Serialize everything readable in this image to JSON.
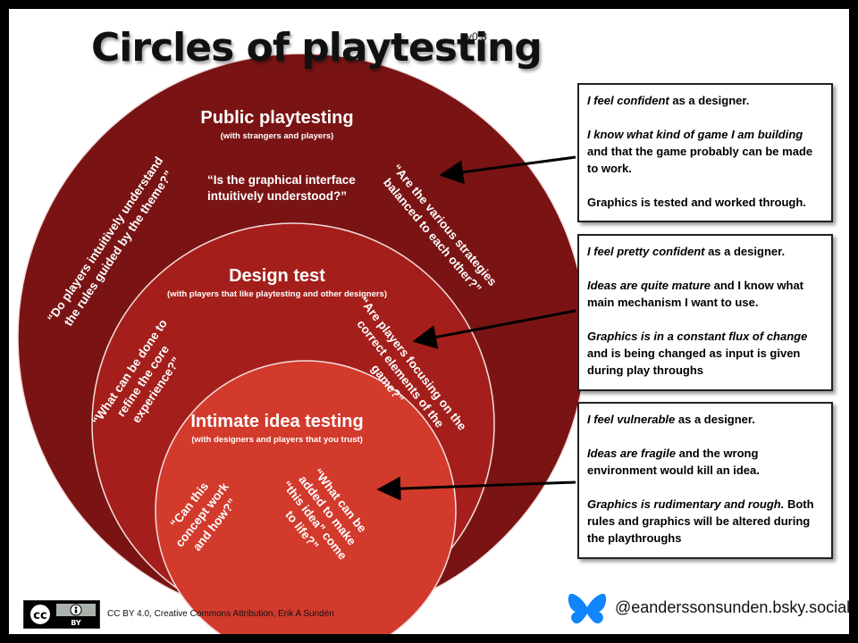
{
  "title": "Circles of playtesting",
  "version": "v0.3",
  "colors": {
    "outer_circle": "#7a1414",
    "middle_circle": "#a41f1b",
    "inner_circle": "#d23a2c",
    "circle_stroke": "#f4dede",
    "frame": "#000000"
  },
  "circles": {
    "public": {
      "title": "Public playtesting",
      "subtitle": "(with strangers and players)",
      "question_left": [
        "“Do players intuitively understand",
        "the rules guided by the theme?”"
      ],
      "question_center": [
        "“Is the graphical interface",
        "intuitively understood?”"
      ],
      "question_right": [
        "“Are the various strategies",
        "balanced to each other?”"
      ]
    },
    "design": {
      "title": "Design test",
      "subtitle": "(with players that like playtesting and other designers)",
      "question_left": [
        "“What can be done to",
        "refine the core",
        "experience?”"
      ],
      "question_right": [
        "“Are players focusing on the",
        "correct elements of the",
        "game?”"
      ]
    },
    "intimate": {
      "title": "Intimate idea testing",
      "subtitle": "(with designers and players that you trust)",
      "question_left": [
        "“Can this",
        "concept work",
        "and how?”"
      ],
      "question_right": [
        "“What can be",
        "added to make",
        "“this idea” come",
        "to life?”"
      ]
    }
  },
  "boxes": [
    {
      "p1_lead": "I feel confident",
      "p1_rest": " as a designer.",
      "p2_lead": "I know what kind of game I am building",
      "p2_rest": " and that the game probably can be made to work.",
      "p3_lead": "",
      "p3_rest": "Graphics is tested and worked through."
    },
    {
      "p1_lead": "I feel pretty confident",
      "p1_rest": " as a designer.",
      "p2_lead": "Ideas are quite mature",
      "p2_rest": " and I  know what main mechanism I want to use.",
      "p3_lead": "Graphics is in a constant flux of change",
      "p3_rest": " and is being changed as input is given during play throughs"
    },
    {
      "p1_lead": "I feel vulnerable",
      "p1_rest": " as a designer.",
      "p2_lead": "Ideas are fragile",
      "p2_rest": " and the wrong environment would kill an idea.",
      "p3_lead": "Graphics is rudimentary and rough.",
      "p3_rest": " Both rules and graphics will be altered during the playthroughs"
    }
  ],
  "footer": {
    "cc_label": "cc",
    "by_label": "BY",
    "license": "CC BY 4.0, Creative Commons Attribution, Erik A Sundén",
    "handle": "@eanderssonsunden.bsky.social",
    "bluesky_icon": "butterfly-icon"
  }
}
